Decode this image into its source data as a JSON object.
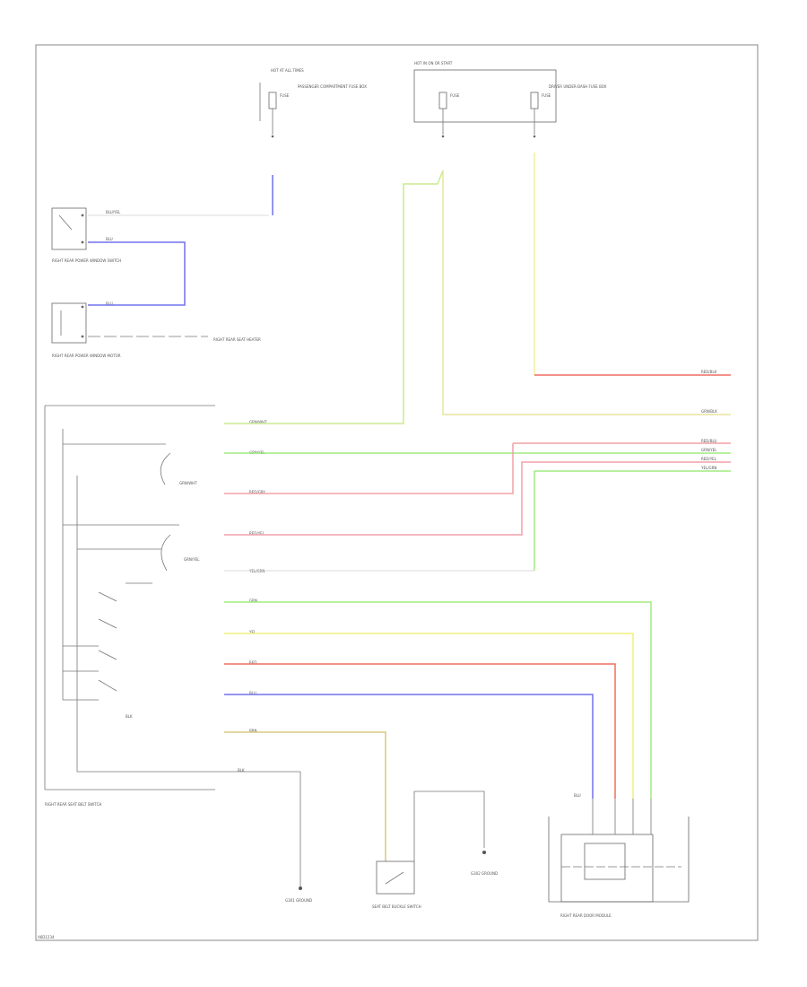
{
  "colors": {
    "blue": "#7070ee",
    "red": "#ee6f60",
    "pink": "#f0a0a8",
    "yellow": "#f0f080",
    "green": "#a0ec80",
    "tan": "#d8c880",
    "gray": "#777777"
  },
  "labels": {
    "fuse_box_a_title": "HOT AT ALL TIMES",
    "fuse_box_b_title": "HOT IN ON OR START",
    "fuse_1_name": "FUSE",
    "fuse_2_name": "FUSE",
    "fuse_3_name": "FUSE",
    "fuse_1_desc": "PASSENGER COMPARTMENT FUSE BOX",
    "fuse_3_desc": "DRIVER UNDER-DASH FUSE BOX",
    "switch_1_label": "RIGHT REAR POWER WINDOW SWITCH",
    "switch_2_label": "RIGHT REAR POWER WINDOW MOTOR",
    "switch_3_label": "RIGHT REAR SEAT HEATER",
    "ground_1_label": "G301 GROUND",
    "ground_2_label": "G302 GROUND",
    "module_label": "RIGHT REAR DOOR MODULE",
    "bottom_switch_label": "RIGHT REAR SEAT BELT SWITCH",
    "footer_code": "A6D1234",
    "contact_switch_label": "SEAT BELT BUCKLE SWITCH"
  },
  "wire_labels": [
    "BLU/YEL",
    "BLU",
    "BLU",
    "GRN/WHT",
    "GRN/YEL",
    "RED/GRY",
    "RED/YEL",
    "YEL/GRN",
    "GRN",
    "YEL",
    "RED",
    "BLU",
    "BRN",
    "BLK",
    "BLK"
  ],
  "right_labels": [
    "RED/BLK",
    "GRN/BLK",
    "RED/BLU",
    "GRN/YEL",
    "RED/YEL",
    "YEL/GRN"
  ]
}
